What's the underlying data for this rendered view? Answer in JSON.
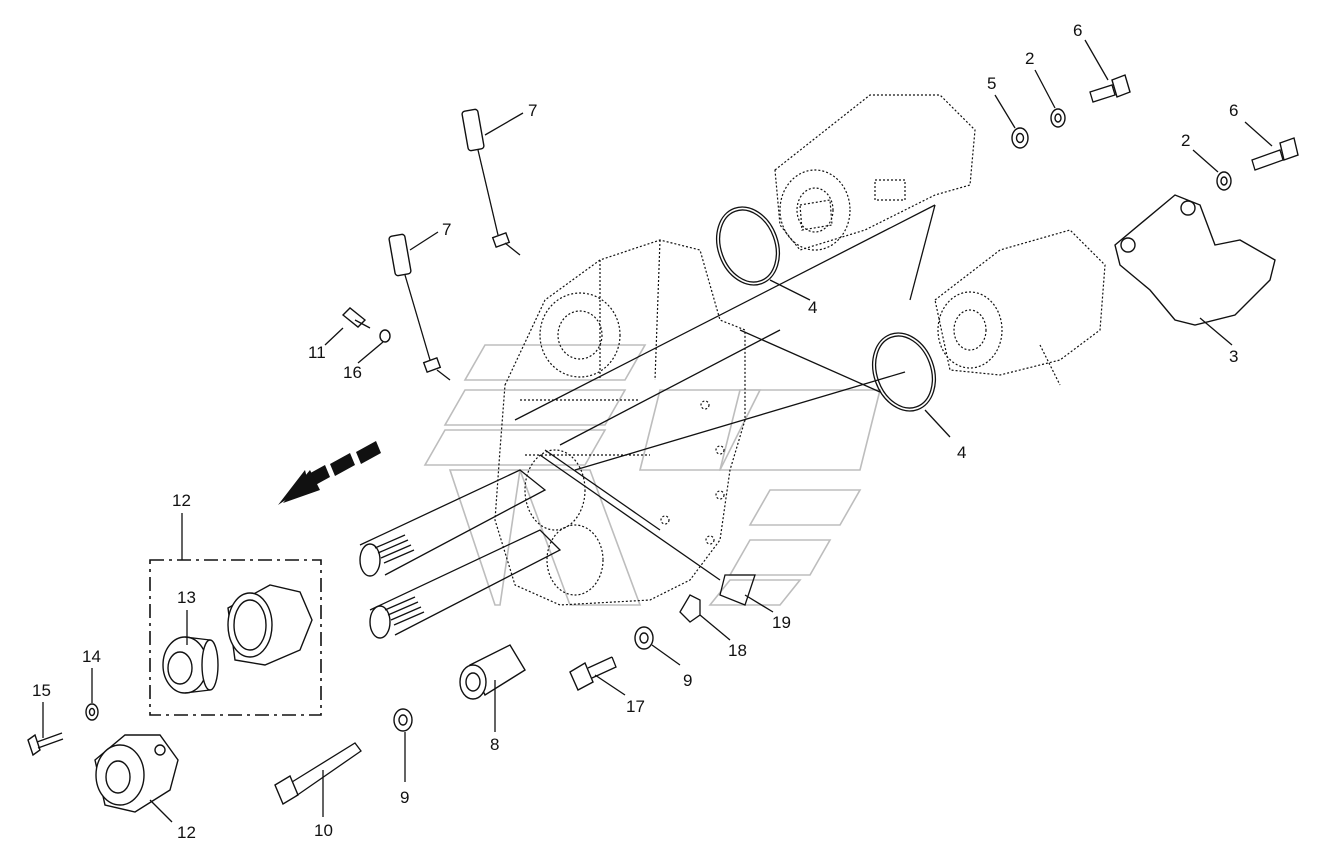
{
  "diagram": {
    "callouts": [
      "7",
      "7",
      "11",
      "16",
      "12",
      "13",
      "14",
      "15",
      "12",
      "10",
      "9",
      "8",
      "17",
      "9",
      "18",
      "19",
      "4",
      "4",
      "5",
      "2",
      "6",
      "6",
      "2",
      "3"
    ]
  },
  "icons": {
    "direction_arrow": "dashed-left-arrow-icon"
  }
}
